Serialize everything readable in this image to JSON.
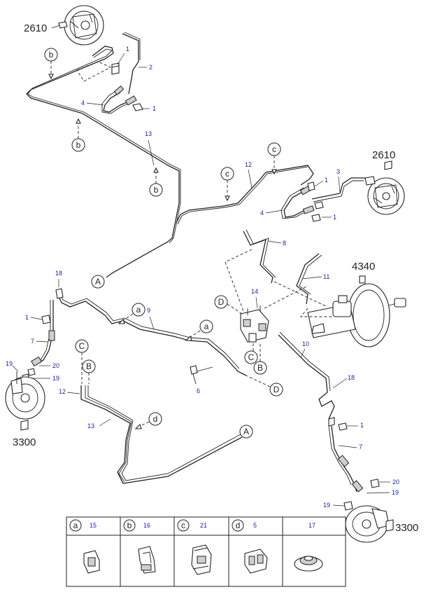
{
  "groups": {
    "rear_left_backing": "2610",
    "rear_right_backing": "2610",
    "booster": "4340",
    "front_left_brake": "3300",
    "front_right_brake": "3300"
  },
  "callouts": {
    "n1a": "1",
    "n1b": "1",
    "n2": "2",
    "n4a": "4",
    "n13a": "13",
    "n12a": "12",
    "n3": "3",
    "n1c": "1",
    "n1d": "1",
    "n4b": "4",
    "n8": "8",
    "n11": "11",
    "n14": "14",
    "n18a": "18",
    "n1e": "1",
    "n9": "9",
    "n7a": "7",
    "n19a": "19",
    "n20a": "20",
    "n19b": "19",
    "n6": "6",
    "n10": "10",
    "n12b": "12",
    "n13b": "13",
    "n18b": "18",
    "n1f": "1",
    "n7b": "7",
    "n20b": "20",
    "n19c": "19",
    "n19d": "19"
  },
  "refs": {
    "b1": "b",
    "b2": "b",
    "b3": "b",
    "c1": "c",
    "c2": "c",
    "A1": "A",
    "A2": "A",
    "D1": "D",
    "D2": "D",
    "a1": "a",
    "a2": "a",
    "C1": "C",
    "C2": "C",
    "B1": "B",
    "B2": "B",
    "d1": "d"
  },
  "legend": {
    "cols": [
      {
        "letter": "a",
        "part": "15",
        "icon": "clip-a-icon"
      },
      {
        "letter": "b",
        "part": "16",
        "icon": "clip-b-icon"
      },
      {
        "letter": "c",
        "part": "21",
        "icon": "clip-c-icon"
      },
      {
        "letter": "d",
        "part": "5",
        "icon": "clip-d-icon"
      },
      {
        "letter": "",
        "part": "17",
        "icon": "grommet-icon"
      }
    ]
  }
}
